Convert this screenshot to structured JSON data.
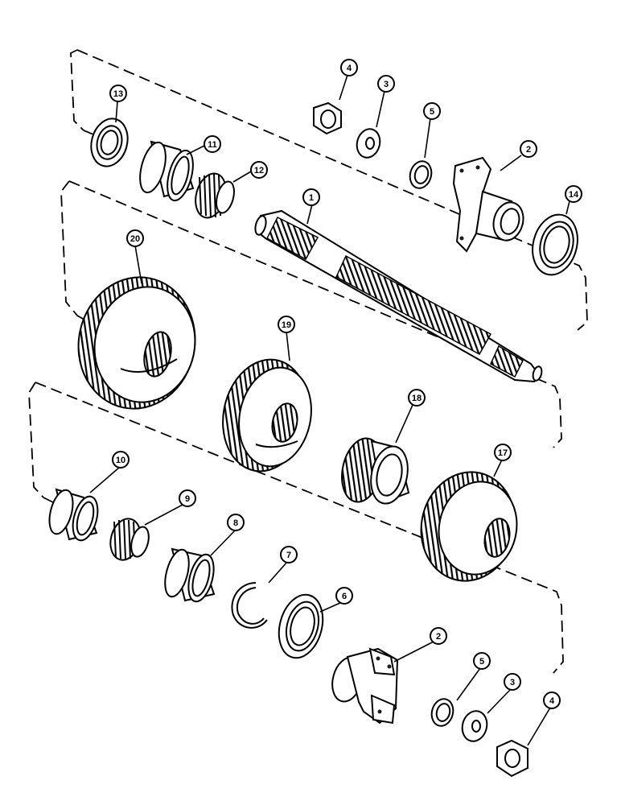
{
  "diagram": {
    "callouts": [
      {
        "id": "c13",
        "label": "13"
      },
      {
        "id": "c11",
        "label": "11"
      },
      {
        "id": "c12",
        "label": "12"
      },
      {
        "id": "c4a",
        "label": "4"
      },
      {
        "id": "c3a",
        "label": "3"
      },
      {
        "id": "c5a",
        "label": "5"
      },
      {
        "id": "c2a",
        "label": "2"
      },
      {
        "id": "c14",
        "label": "14"
      },
      {
        "id": "c1",
        "label": "1"
      },
      {
        "id": "c20",
        "label": "20"
      },
      {
        "id": "c19",
        "label": "19"
      },
      {
        "id": "c18",
        "label": "18"
      },
      {
        "id": "c17",
        "label": "17"
      },
      {
        "id": "c10",
        "label": "10"
      },
      {
        "id": "c9",
        "label": "9"
      },
      {
        "id": "c8",
        "label": "8"
      },
      {
        "id": "c7",
        "label": "7"
      },
      {
        "id": "c6",
        "label": "6"
      },
      {
        "id": "c2b",
        "label": "2"
      },
      {
        "id": "c5b",
        "label": "5"
      },
      {
        "id": "c3b",
        "label": "3"
      },
      {
        "id": "c4b",
        "label": "4"
      }
    ]
  }
}
